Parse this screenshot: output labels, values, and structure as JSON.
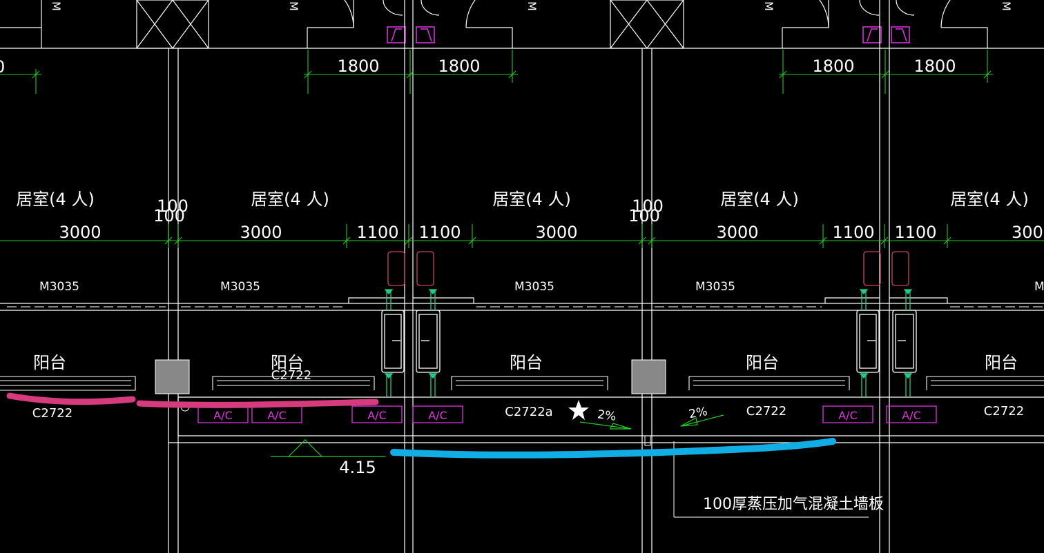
{
  "colors": {
    "background": "#000000",
    "lines": "#ffffff",
    "dimension": "#22cc22",
    "ac_unit": "#e233e2",
    "fixture": "#cc4466",
    "equipment": "#888888",
    "markup_pink": "#d63b7e",
    "markup_blue": "#11aee6",
    "slope_arrow": "#22cc22",
    "pipe": "#22cc88"
  },
  "top_dims": [
    {
      "label": "1800"
    },
    {
      "label": "1800"
    },
    {
      "label": "1800"
    },
    {
      "label": "1800"
    },
    {
      "label": "0"
    }
  ],
  "rooms": [
    {
      "label": "居室(4 人)"
    },
    {
      "label": "居室(4 人)"
    },
    {
      "label": "居室(4 人)"
    },
    {
      "label": "居室(4 人)"
    },
    {
      "label": "居室(4 人)"
    }
  ],
  "main_dims": [
    {
      "label": "3000"
    },
    {
      "label": "3000"
    },
    {
      "label": "1100"
    },
    {
      "label": "1100"
    },
    {
      "label": "3000"
    },
    {
      "label": "3000"
    },
    {
      "label": "1100"
    },
    {
      "label": "1100"
    },
    {
      "label": "300"
    }
  ],
  "wall_dims": [
    {
      "label": "100"
    },
    {
      "label": "100"
    },
    {
      "label": "100"
    },
    {
      "label": "100"
    }
  ],
  "doors": [
    {
      "label": "M3035"
    },
    {
      "label": "M3035"
    },
    {
      "label": "M3035"
    },
    {
      "label": "M3035"
    },
    {
      "label": "M"
    }
  ],
  "balconies": [
    {
      "label": "阳台"
    },
    {
      "label": "阳台"
    },
    {
      "label": "阳台"
    },
    {
      "label": "阳台"
    },
    {
      "label": "阳台"
    }
  ],
  "windows": [
    {
      "label": "C2722"
    },
    {
      "label": "C2722"
    },
    {
      "label": "C2722a"
    },
    {
      "label": "C2722"
    },
    {
      "label": "C2722"
    }
  ],
  "ac_units": [
    {
      "label": "A/C"
    },
    {
      "label": "A/C"
    },
    {
      "label": "A/C"
    },
    {
      "label": "A/C"
    },
    {
      "label": "A/C"
    },
    {
      "label": "A/C"
    }
  ],
  "slopes": [
    {
      "label": "2%"
    },
    {
      "label": "2%"
    }
  ],
  "level": {
    "label": "4.15"
  },
  "note": {
    "label": "100厚蒸压加气混凝土墙板"
  },
  "top_cut_labels": [
    {
      "label": "M"
    },
    {
      "label": "M"
    },
    {
      "label": "M"
    },
    {
      "label": "M"
    },
    {
      "label": "M"
    }
  ]
}
